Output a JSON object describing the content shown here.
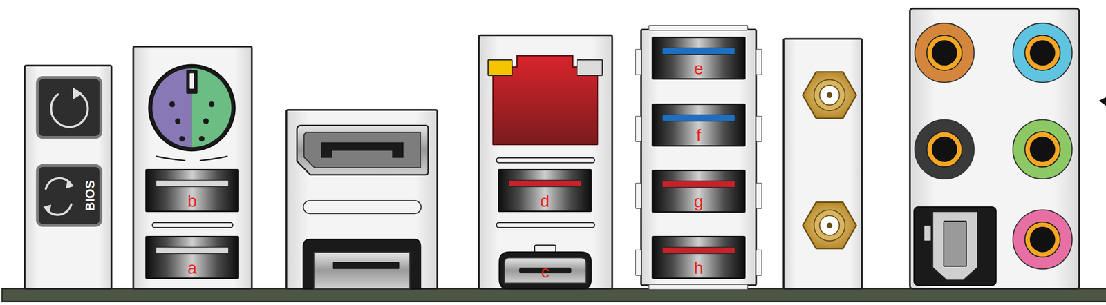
{
  "diagram": {
    "nodes": [
      {
        "text": [
          "BIOS"
        ]
      },
      {
        "text": [
          "b"
        ]
      },
      {
        "text": [
          "a"
        ]
      },
      {
        "text": [
          "d"
        ]
      },
      {
        "text": [
          "c"
        ]
      },
      {
        "text": [
          "e"
        ]
      },
      {
        "text": [
          "f"
        ]
      },
      {
        "text": [
          "g"
        ]
      },
      {
        "text": [
          "h"
        ]
      }
    ]
  }
}
